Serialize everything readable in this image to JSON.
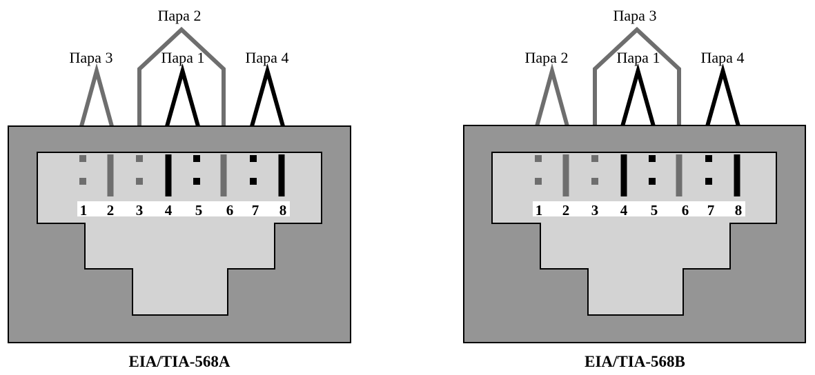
{
  "colors": {
    "background": "#ffffff",
    "outer_body": "#959595",
    "inner_body": "#d3d3d3",
    "pin_strip": "#ffffff",
    "outline": "#000000",
    "gray_wire": "#6e6e6e",
    "black_wire": "#000000"
  },
  "diagrams": [
    {
      "title": "EIA/TIA-568A",
      "pins": [
        {
          "number": "1",
          "style": "dashed",
          "color": "gray"
        },
        {
          "number": "2",
          "style": "solid",
          "color": "gray"
        },
        {
          "number": "3",
          "style": "dashed",
          "color": "gray"
        },
        {
          "number": "4",
          "style": "solid",
          "color": "black"
        },
        {
          "number": "5",
          "style": "dashed",
          "color": "black"
        },
        {
          "number": "6",
          "style": "solid",
          "color": "gray"
        },
        {
          "number": "7",
          "style": "dashed",
          "color": "black"
        },
        {
          "number": "8",
          "style": "solid",
          "color": "black"
        }
      ],
      "pairs": [
        {
          "label": "Пара 3",
          "pins": [
            1,
            2
          ],
          "color": "gray",
          "shape": "peak"
        },
        {
          "label": "Пара 2",
          "pins": [
            3,
            6
          ],
          "color": "gray",
          "shape": "bridge"
        },
        {
          "label": "Пара 1",
          "pins": [
            4,
            5
          ],
          "color": "black",
          "shape": "peak"
        },
        {
          "label": "Пара 4",
          "pins": [
            7,
            8
          ],
          "color": "black",
          "shape": "peak"
        }
      ]
    },
    {
      "title": "EIA/TIA-568B",
      "pins": [
        {
          "number": "1",
          "style": "dashed",
          "color": "gray"
        },
        {
          "number": "2",
          "style": "solid",
          "color": "gray"
        },
        {
          "number": "3",
          "style": "dashed",
          "color": "gray"
        },
        {
          "number": "4",
          "style": "solid",
          "color": "black"
        },
        {
          "number": "5",
          "style": "dashed",
          "color": "black"
        },
        {
          "number": "6",
          "style": "solid",
          "color": "gray"
        },
        {
          "number": "7",
          "style": "dashed",
          "color": "black"
        },
        {
          "number": "8",
          "style": "solid",
          "color": "black"
        }
      ],
      "pairs": [
        {
          "label": "Пара 2",
          "pins": [
            1,
            2
          ],
          "color": "gray",
          "shape": "peak"
        },
        {
          "label": "Пара 3",
          "pins": [
            3,
            6
          ],
          "color": "gray",
          "shape": "bridge"
        },
        {
          "label": "Пара 1",
          "pins": [
            4,
            5
          ],
          "color": "black",
          "shape": "peak"
        },
        {
          "label": "Пара 4",
          "pins": [
            7,
            8
          ],
          "color": "black",
          "shape": "peak"
        }
      ]
    }
  ]
}
